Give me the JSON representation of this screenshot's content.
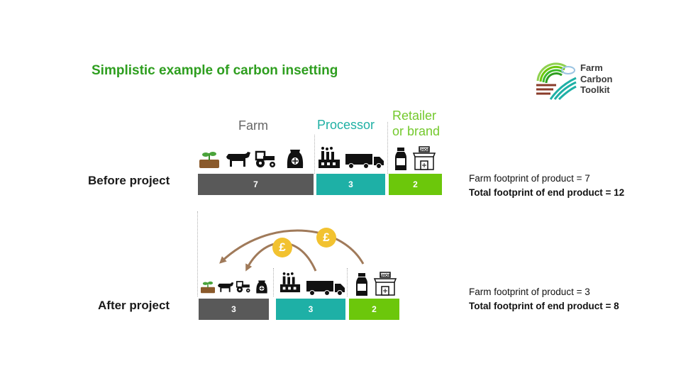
{
  "title": "Simplistic example of carbon insetting",
  "logo": {
    "line1": "Farm",
    "line2": "Carbon",
    "line3": "Toolkit"
  },
  "stages": {
    "farm": "Farm",
    "processor": "Processor",
    "retailer_line1": "Retailer",
    "retailer_line2": "or brand"
  },
  "before": {
    "label": "Before project",
    "values": {
      "farm": "7",
      "processor": "3",
      "retailer": "2"
    },
    "note_farm": "Farm footprint of product = 7",
    "note_total": "Total footprint of end product = 12"
  },
  "after": {
    "label": "After project",
    "values": {
      "farm": "3",
      "processor": "3",
      "retailer": "2"
    },
    "note_farm": "Farm footprint of product = 3",
    "note_total": "Total footprint of end product = 8"
  },
  "payment_symbol": "£",
  "icons": [
    "plant-soil-icon",
    "cow-icon",
    "tractor-icon",
    "fertiliser-sack-icon",
    "factory-icon",
    "truck-icon",
    "milk-bottle-icon",
    "shop-icon"
  ],
  "colors": {
    "title": "#2e9e1f",
    "farm": "#595959",
    "processor": "#1eb0a6",
    "retailer": "#6cc70b",
    "arrow": "#a07a5a",
    "coin": "#f2c230"
  }
}
